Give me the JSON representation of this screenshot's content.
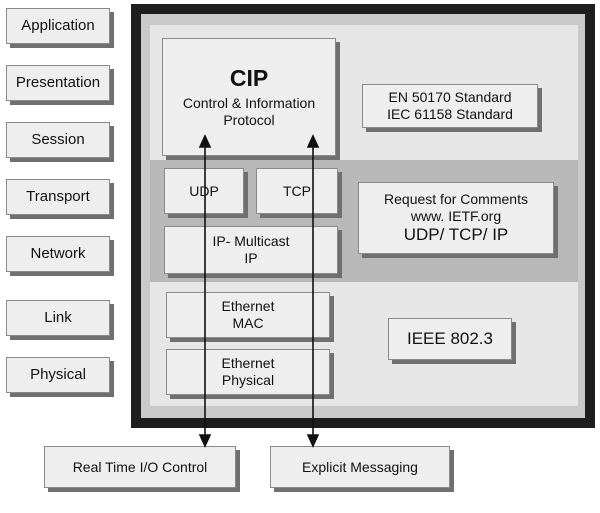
{
  "osi_layers": [
    "Application",
    "Presentation",
    "Session",
    "Transport",
    "Network",
    "Link",
    "Physical"
  ],
  "cip": {
    "title": "CIP",
    "subtitle_line1": "Control & Information",
    "subtitle_line2": "Protocol"
  },
  "standards": {
    "line1": "EN 50170 Standard",
    "line2": "IEC 61158 Standard"
  },
  "transport": {
    "udp": "UDP",
    "tcp": "TCP"
  },
  "network": {
    "line1": "IP- Multicast",
    "line2": "IP"
  },
  "rfc": {
    "line1": "Request for Comments",
    "line2": "www. IETF.org",
    "line3": "UDP/ TCP/ IP"
  },
  "ethernet_mac": {
    "line1": "Ethernet",
    "line2": "MAC"
  },
  "ethernet_phy": {
    "line1": "Ethernet",
    "line2": "Physical"
  },
  "ieee": "IEEE 802.3",
  "bottom": {
    "left": "Real Time I/O Control",
    "right": "Explicit Messaging"
  }
}
